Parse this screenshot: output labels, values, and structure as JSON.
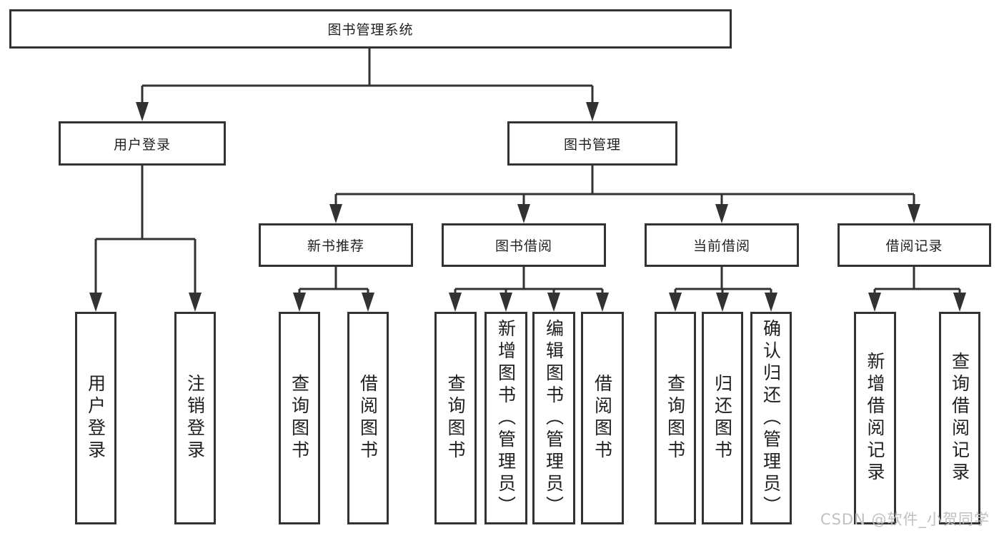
{
  "tree": {
    "label": "图书管理系统",
    "children": [
      {
        "label": "用户登录",
        "children": [
          {
            "label": "用户登录"
          },
          {
            "label": "注销登录"
          }
        ]
      },
      {
        "label": "图书管理",
        "children": [
          {
            "label": "新书推荐",
            "children": [
              {
                "label": "查询图书"
              },
              {
                "label": "借阅图书"
              }
            ]
          },
          {
            "label": "图书借阅",
            "children": [
              {
                "label": "查询图书"
              },
              {
                "label": "新增图书（管理员）"
              },
              {
                "label": "编辑图书（管理员）"
              },
              {
                "label": "借阅图书"
              }
            ]
          },
          {
            "label": "当前借阅",
            "children": [
              {
                "label": "查询图书"
              },
              {
                "label": "归还图书"
              },
              {
                "label": "确认归还（管理员）"
              }
            ]
          },
          {
            "label": "借阅记录",
            "children": [
              {
                "label": "新增借阅记录"
              },
              {
                "label": "查询借阅记录"
              }
            ]
          }
        ]
      }
    ]
  },
  "watermark": {
    "text": "CSDN @软件_小贺同学"
  },
  "colors": {
    "line": "#323232",
    "text": "#1f1f1f",
    "background": "#ffffff",
    "watermark": "#c0c0c0"
  }
}
